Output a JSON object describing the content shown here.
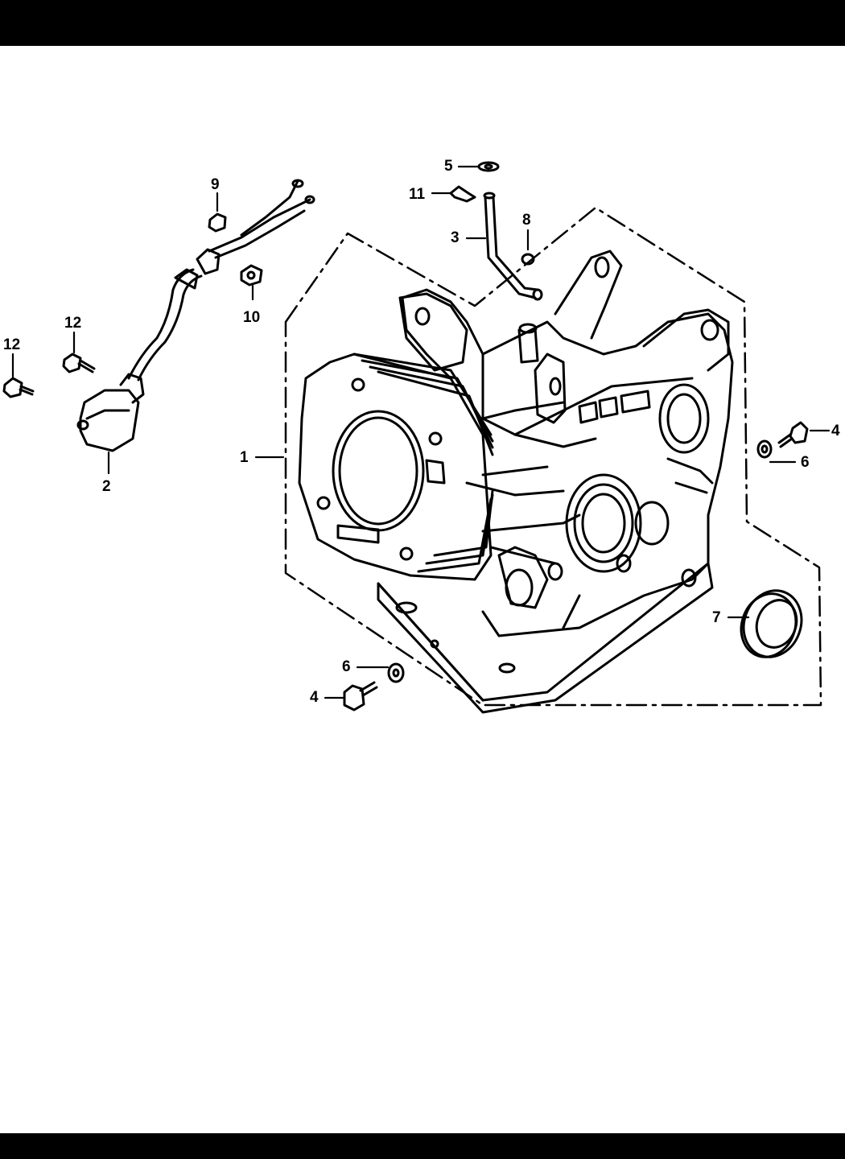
{
  "diagram": {
    "callouts": [
      {
        "id": "c1",
        "label": "1"
      },
      {
        "id": "c2",
        "label": "2"
      },
      {
        "id": "c3",
        "label": "3"
      },
      {
        "id": "c4a",
        "label": "4"
      },
      {
        "id": "c4b",
        "label": "4"
      },
      {
        "id": "c5",
        "label": "5"
      },
      {
        "id": "c6a",
        "label": "6"
      },
      {
        "id": "c6b",
        "label": "6"
      },
      {
        "id": "c7",
        "label": "7"
      },
      {
        "id": "c8",
        "label": "8"
      },
      {
        "id": "c9",
        "label": "9"
      },
      {
        "id": "c10",
        "label": "10"
      },
      {
        "id": "c11",
        "label": "11"
      },
      {
        "id": "c12a",
        "label": "12"
      },
      {
        "id": "c12b",
        "label": "12"
      }
    ]
  }
}
